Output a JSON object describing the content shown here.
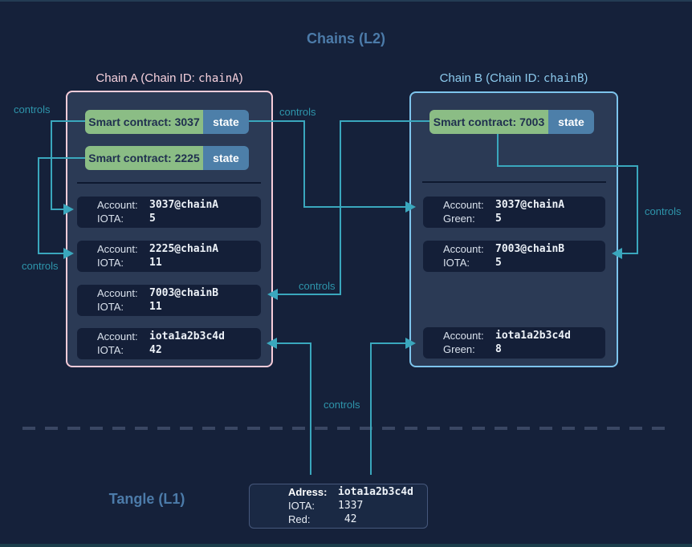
{
  "colors": {
    "background": "#15213a",
    "accent_teal": "#3aa7bd",
    "chain_a_border": "#f7ccd9",
    "chain_b_border": "#7dc4ec",
    "contract_green": "#8bbd85",
    "state_blue": "#4d7fa9"
  },
  "header": {
    "l2_title": "Chains (L2)"
  },
  "footer": {
    "l1_title": "Tangle (L1)"
  },
  "edges": {
    "controls_label": "controls"
  },
  "chain_a": {
    "title_prefix": "Chain A (Chain ID: ",
    "chain_id": "chainA",
    "title_suffix": ")",
    "contracts": [
      {
        "label": "Smart contract: 3037",
        "state_label": "state"
      },
      {
        "label": "Smart contract: 2225",
        "state_label": "state"
      }
    ],
    "accounts": [
      {
        "account_label": "Account:",
        "account_value": "3037@chainA",
        "balance_label": "IOTA:",
        "balance_value": "5"
      },
      {
        "account_label": "Account:",
        "account_value": "2225@chainA",
        "balance_label": "IOTA:",
        "balance_value": "11"
      },
      {
        "account_label": "Account:",
        "account_value": "7003@chainB",
        "balance_label": "IOTA:",
        "balance_value": "11"
      },
      {
        "account_label": "Account:",
        "account_value": "iota1a2b3c4d",
        "balance_label": "IOTA:",
        "balance_value": "42"
      }
    ]
  },
  "chain_b": {
    "title_prefix": "Chain B (Chain ID: ",
    "chain_id": "chainB",
    "title_suffix": ")",
    "contracts": [
      {
        "label": "Smart contract: 7003",
        "state_label": "state"
      }
    ],
    "accounts": [
      {
        "account_label": "Account:",
        "account_value": "3037@chainA",
        "balance_label": "Green:",
        "balance_value": "5"
      },
      {
        "account_label": "Account:",
        "account_value": "7003@chainB",
        "balance_label": "IOTA:",
        "balance_value": "5"
      },
      {
        "account_label": "Account:",
        "account_value": "iota1a2b3c4d",
        "balance_label": "Green:",
        "balance_value": "8"
      }
    ]
  },
  "tangle_address": {
    "rows": [
      {
        "label": "Adress:",
        "value": "iota1a2b3c4d"
      },
      {
        "label": "IOTA:",
        "value": "1337"
      },
      {
        "label": "Red:",
        "value": " 42"
      }
    ]
  }
}
